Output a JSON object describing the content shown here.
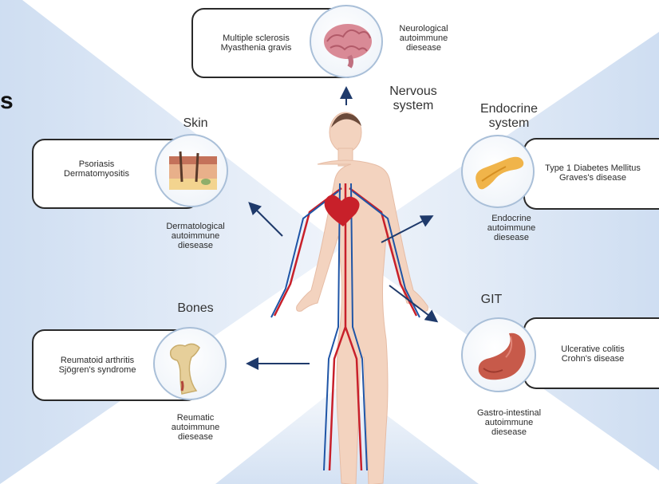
{
  "left_edge_fragment": "s",
  "nervous": {
    "diseases": [
      "Multiple sclerosis",
      "Myasthenia gravis"
    ],
    "category": [
      "Neurological",
      "autoimmune",
      "diesease"
    ],
    "system": [
      "Nervous",
      "system"
    ]
  },
  "skin": {
    "title": "Skin",
    "diseases": [
      "Psoriasis",
      "Dermatomyositis"
    ],
    "category": [
      "Dermatological",
      "autoimmune",
      "diesease"
    ]
  },
  "endocrine": {
    "title": [
      "Endocrine",
      "system"
    ],
    "diseases": [
      "Type 1 Diabetes Mellitus",
      "Graves's disease"
    ],
    "category": [
      "Endocrine",
      "autoimmune",
      "diesease"
    ]
  },
  "bones": {
    "title": "Bones",
    "diseases": [
      "Reumatoid arthritis",
      "Sjögren's syndrome"
    ],
    "category": [
      "Reumatic",
      "autoimmune",
      "diesease"
    ]
  },
  "git": {
    "title": "GIT",
    "diseases": [
      "Ulcerative colitis",
      "Crohn's disease"
    ],
    "category": [
      "Gastro-intestinal",
      "autoimmune",
      "diesease"
    ]
  },
  "colors": {
    "arrow": "#1f3a6b",
    "artery": "#c8202a",
    "vein": "#1f55a6",
    "skin": "#f3d3bf",
    "ray": "#cfdff2"
  }
}
